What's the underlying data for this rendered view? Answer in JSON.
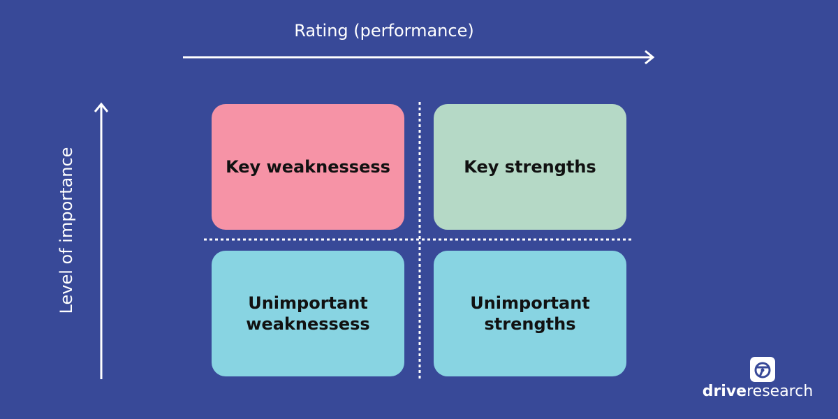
{
  "x_axis": {
    "label": "Rating (performance)"
  },
  "y_axis": {
    "label": "Level of importance"
  },
  "quadrants": {
    "top_left": {
      "label": "Key weaknessess",
      "color": "#f693a6"
    },
    "top_right": {
      "label": "Key strengths",
      "color": "#b5d9c6"
    },
    "bottom_left": {
      "label": "Unimportant weaknessess",
      "color": "#88d4e2"
    },
    "bottom_right": {
      "label": "Unimportant strengths",
      "color": "#88d4e2"
    }
  },
  "brand": {
    "bold": "drive",
    "light": "research",
    "icon": "drive-research-logo-icon"
  },
  "colors": {
    "background": "#384998",
    "axis": "#ffffff"
  }
}
